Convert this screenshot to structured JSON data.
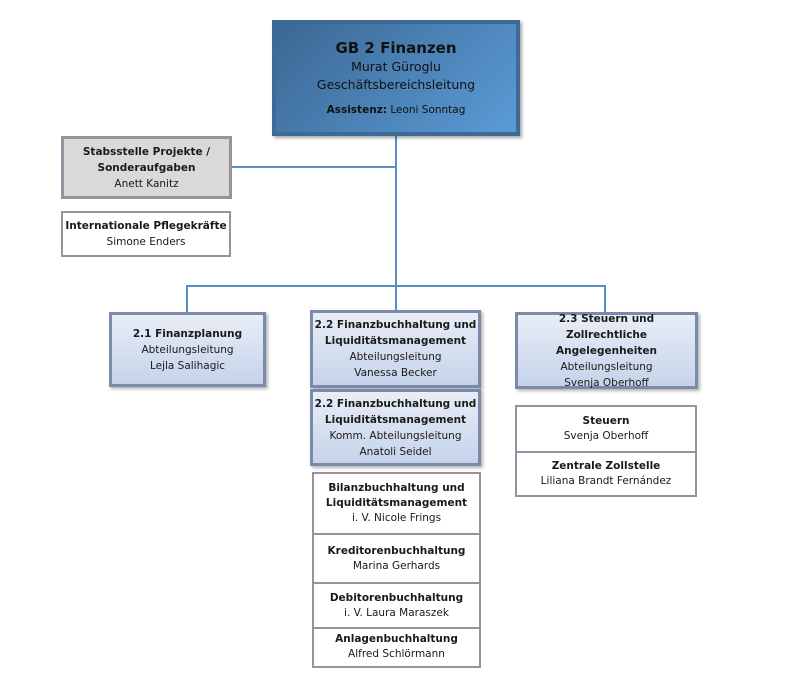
{
  "head": {
    "title": "GB 2 Finanzen",
    "name": "Murat Güroglu",
    "role": "Geschäftsbereichsleitung",
    "assistant_label": "Assistenz:",
    "assistant_name": "Leoni Sonntag"
  },
  "staff": [
    {
      "title_line1": "Stabsstelle Projekte /",
      "title_line2": "Sonderaufgaben",
      "name": "Anett Kanitz"
    },
    {
      "title_line1": "Internationale Pflegekräfte",
      "name": "Simone Enders"
    }
  ],
  "departments": [
    {
      "title_line1": "2.1 Finanzplanung",
      "role": "Abteilungsleitung",
      "name": "Lejla Salihagic"
    },
    {
      "title_line1": "2.2 Finanzbuchhaltung und",
      "title_line2": "Liquiditätsmanagement",
      "role": "Abteilungsleitung",
      "name": "Vanessa Becker"
    },
    {
      "title_line1": "2.2 Finanzbuchhaltung und",
      "title_line2": "Liquiditätsmanagement",
      "role": "Komm. Abteilungsleitung",
      "name": "Anatoli Seidel"
    },
    {
      "title_line1": "2.3 Steuern und Zollrechtliche",
      "title_line2": "Angelegenheiten",
      "role": "Abteilungsleitung",
      "name": "Svenja Oberhoff"
    }
  ],
  "units_22": [
    {
      "title_line1": "Bilanzbuchhaltung und",
      "title_line2": "Liquiditätsmanagement",
      "name": "i. V. Nicole Frings"
    },
    {
      "title_line1": "Kreditorenbuchhaltung",
      "name": "Marina Gerhards"
    },
    {
      "title_line1": "Debitorenbuchhaltung",
      "name": "i. V. Laura Maraszek"
    },
    {
      "title_line1": "Anlagenbuchhaltung",
      "name": "Alfred Schlörmann"
    }
  ],
  "units_23": [
    {
      "title_line1": "Steuern",
      "name": "Svenja Oberhoff"
    },
    {
      "title_line1": "Zentrale Zollstelle",
      "name": "Liliana Brandt Fernández"
    }
  ]
}
